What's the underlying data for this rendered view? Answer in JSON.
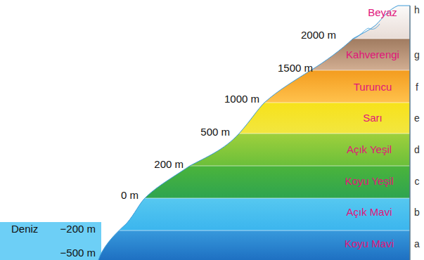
{
  "diagram": {
    "nodes": [
      {
        "text": [
          "Beyaz"
        ]
      },
      {
        "text": [
          "Kahverengi"
        ]
      },
      {
        "text": [
          "Turuncu"
        ]
      },
      {
        "text": [
          "Sarı"
        ]
      },
      {
        "text": [
          "Açık Yeşil"
        ]
      },
      {
        "text": [
          "Koyu Yeşil"
        ]
      },
      {
        "text": [
          "Açık Mavi"
        ]
      },
      {
        "text": [
          "Koyu Mavi"
        ]
      }
    ],
    "labels": [
      "2000 m",
      "1500 m",
      "1000 m",
      "500 m",
      "200 m",
      "0 m",
      "Deniz",
      "−200 m",
      "−500 m",
      "h",
      "g",
      "f",
      "e",
      "d",
      "c",
      "b",
      "a"
    ]
  }
}
